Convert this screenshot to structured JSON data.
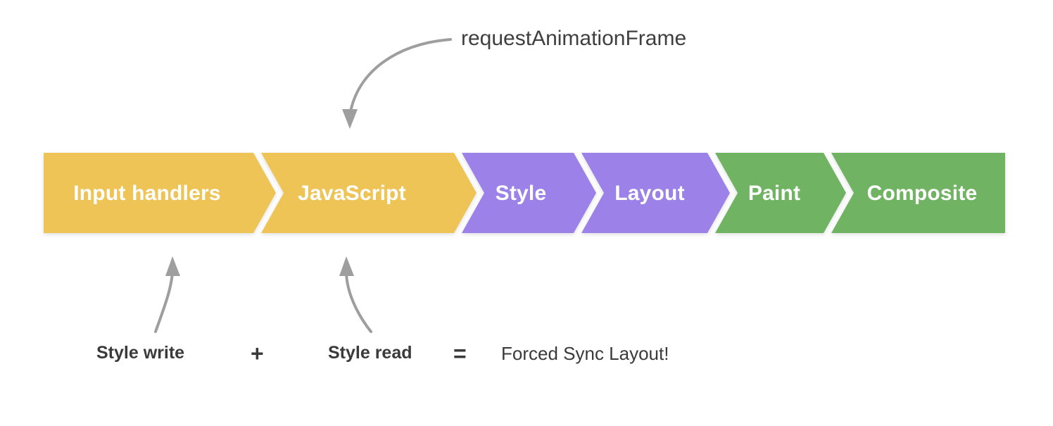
{
  "diagram": {
    "title_annotation": "requestAnimationFrame",
    "pipeline": {
      "segments": [
        {
          "label": "Input handlers",
          "color": "#EFC457",
          "group": "javascript"
        },
        {
          "label": "JavaScript",
          "color": "#EFC457",
          "group": "javascript"
        },
        {
          "label": "Style",
          "color": "#9B81E8",
          "group": "style-layout"
        },
        {
          "label": "Layout",
          "color": "#9B81E8",
          "group": "style-layout"
        },
        {
          "label": "Paint",
          "color": "#70B363",
          "group": "paint-composite"
        },
        {
          "label": "Composite",
          "color": "#70B363",
          "group": "paint-composite"
        }
      ],
      "colors": {
        "yellow": "#EFC457",
        "purple": "#9B81E8",
        "green": "#70B363",
        "separator": "#FFFFFF",
        "label_text": "#FFFFFF"
      }
    },
    "annotations": {
      "raf": "requestAnimationFrame",
      "style_write": "Style write",
      "plus": "+",
      "style_read": "Style read",
      "equals": "=",
      "forced_sync_layout": "Forced Sync Layout!"
    },
    "arrow_color": "#9E9E9E"
  }
}
